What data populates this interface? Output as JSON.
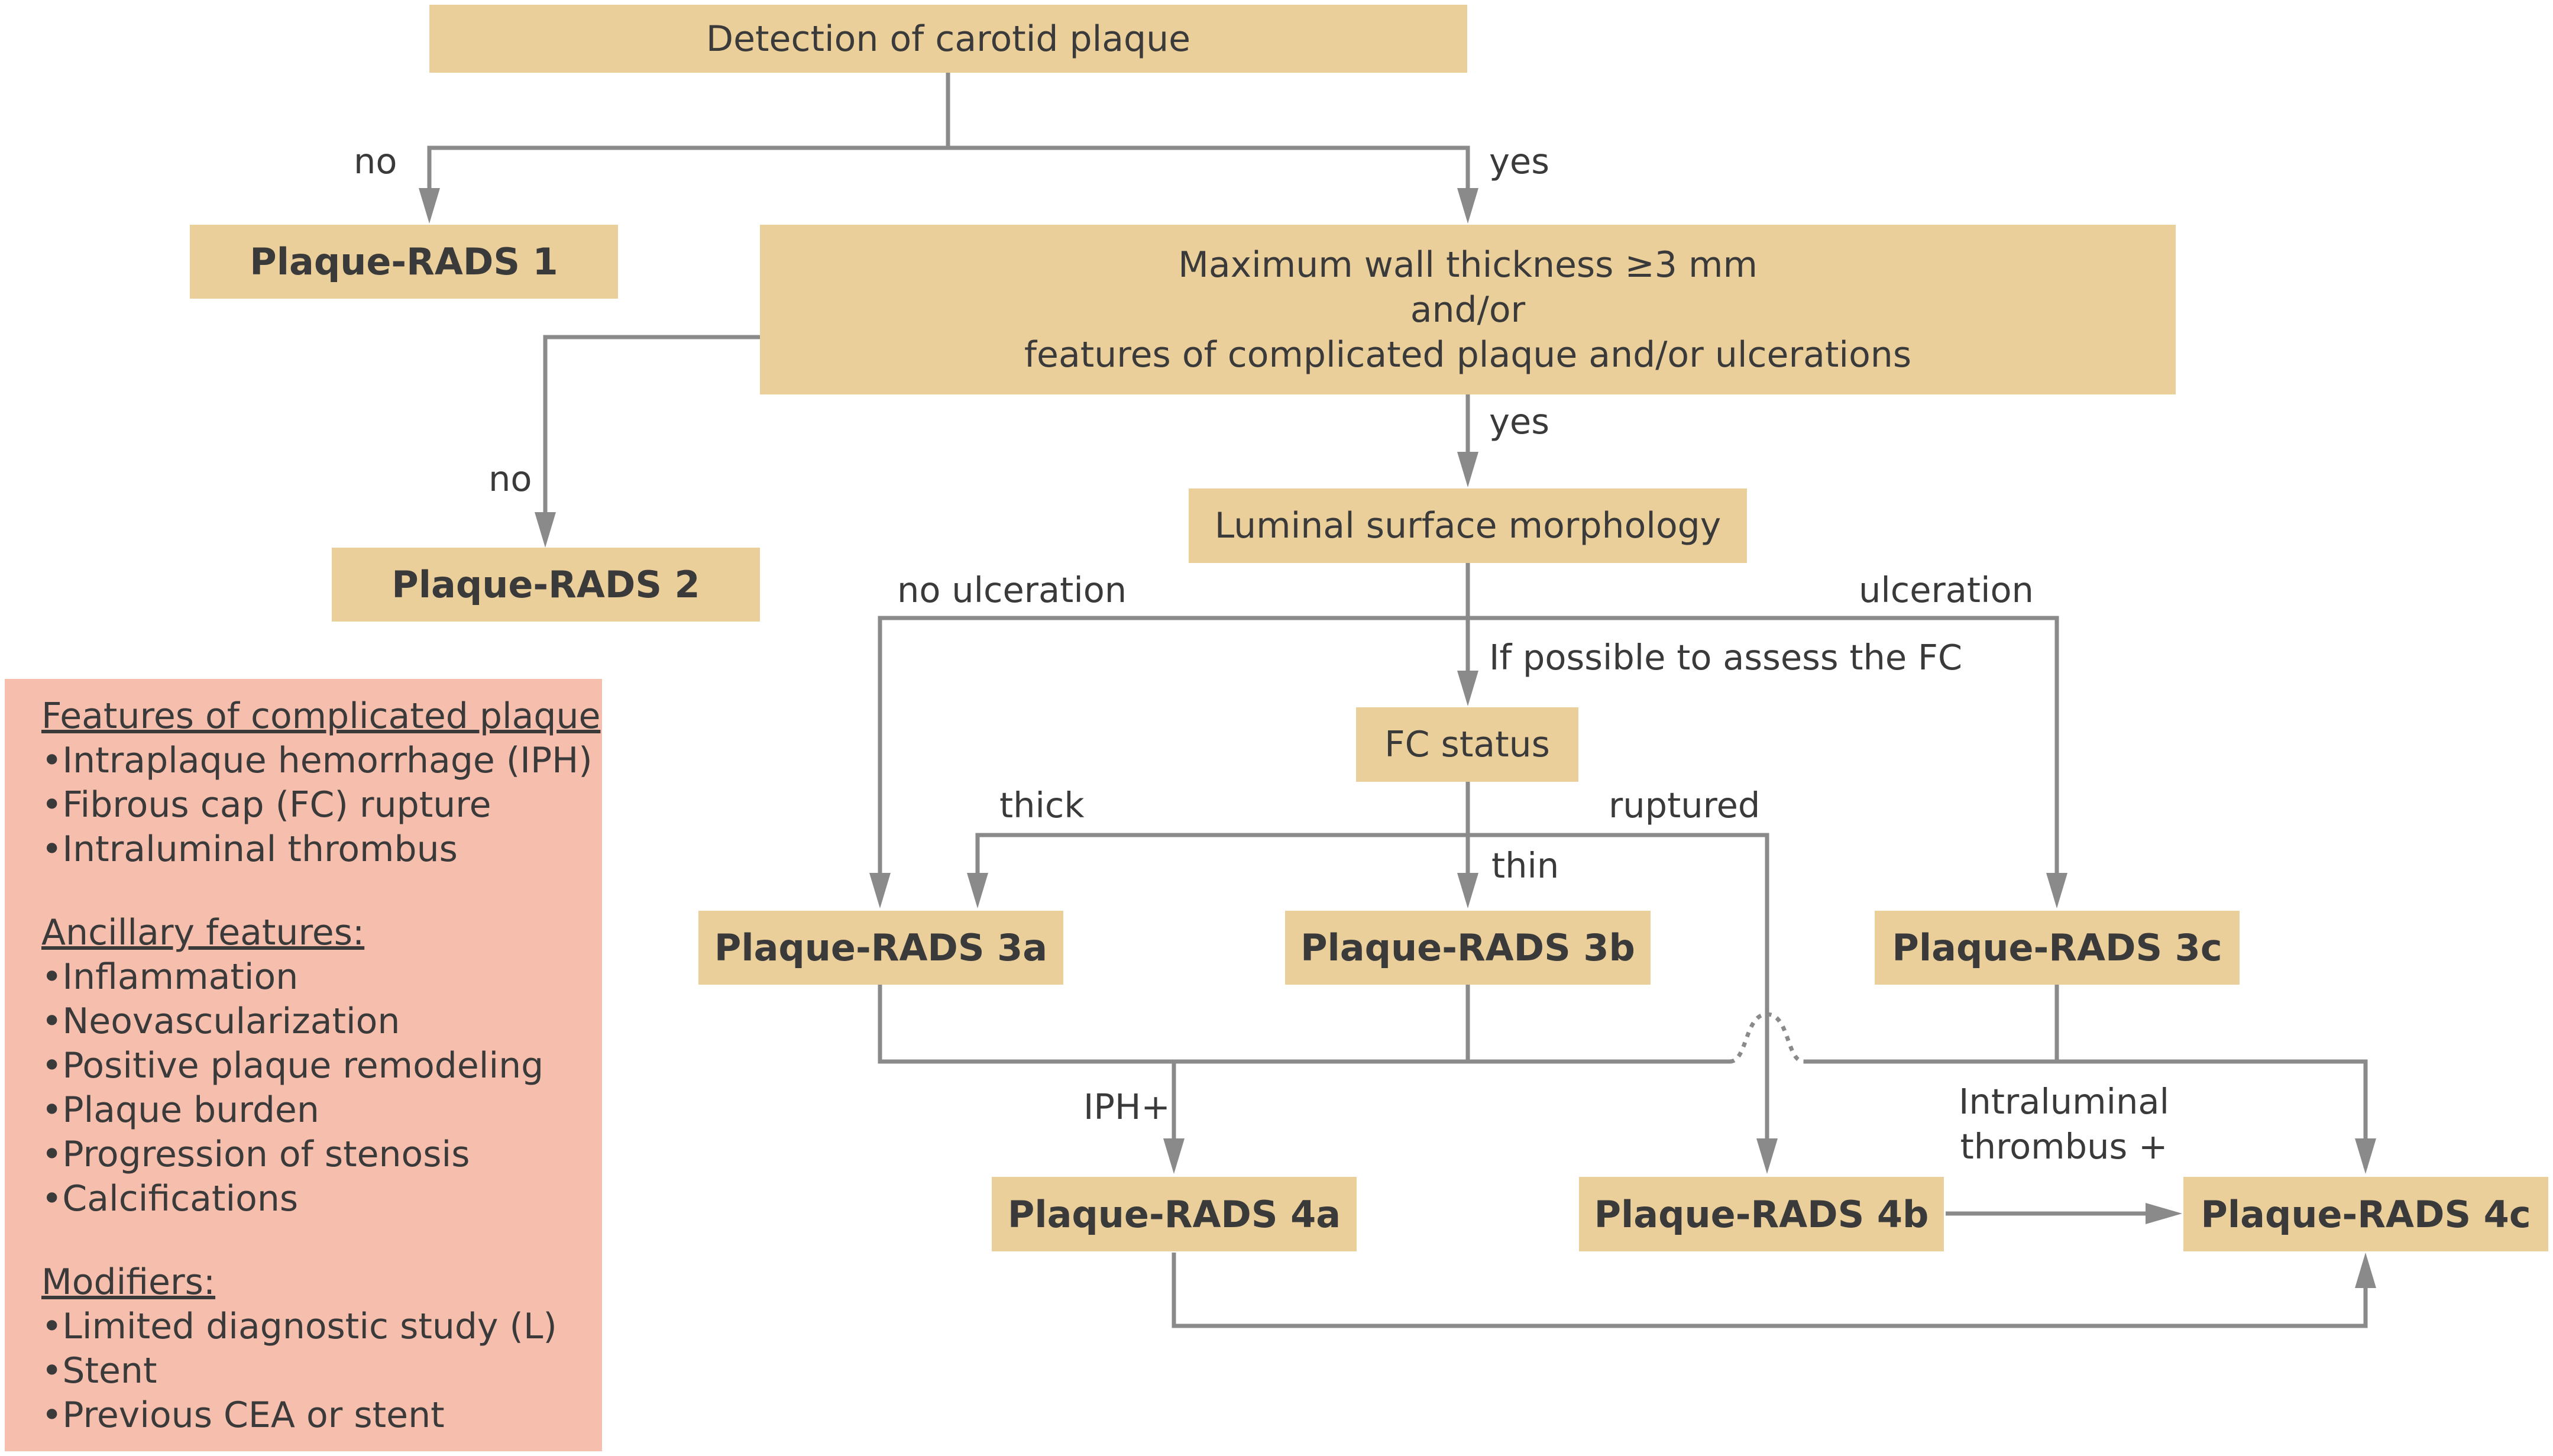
{
  "nodes": {
    "detection": "Detection of carotid plaque",
    "rads1": "Plaque-RADS 1",
    "wall": [
      "Maximum wall thickness ≥3 mm",
      "and/or",
      "features of complicated plaque and/or ulcerations"
    ],
    "rads2": "Plaque-RADS 2",
    "luminal": "Luminal surface morphology",
    "fc_status": "FC status",
    "rads3a": "Plaque-RADS 3a",
    "rads3b": "Plaque-RADS 3b",
    "rads3c": "Plaque-RADS 3c",
    "rads4a": "Plaque-RADS 4a",
    "rads4b": "Plaque-RADS 4b",
    "rads4c": "Plaque-RADS 4c"
  },
  "edge_labels": {
    "no1": "no",
    "yes1": "yes",
    "no2": "no",
    "yes2": "yes",
    "no_ulceration": "no ulceration",
    "ulceration": "ulceration",
    "assess_fc": "If possible to assess the FC",
    "thick": "thick",
    "ruptured": "ruptured",
    "thin": "thin",
    "iph_plus": "IPH+",
    "thrombus": [
      "Intraluminal",
      "thrombus +"
    ]
  },
  "legend": {
    "complicated_title": "Features of complicated plaque",
    "complicated_items": [
      "Intraplaque hemorrhage (IPH)",
      "Fibrous cap (FC) rupture",
      "Intraluminal thrombus"
    ],
    "ancillary_title": "Ancillary features:",
    "ancillary_items": [
      "Inflammation",
      "Neovascularization",
      "Positive plaque remodeling",
      "Plaque burden",
      "Progression of stenosis",
      "Calcifications"
    ],
    "modifiers_title": "Modifiers:",
    "modifiers_items": [
      "Limited diagnostic study (L)",
      "Stent",
      "Previous CEA or stent"
    ]
  },
  "colors": {
    "box_fill": "#ebcf9b",
    "legend_fill": "#f6bfad",
    "line": "#8a8a8a",
    "text": "#3a3a3a"
  }
}
